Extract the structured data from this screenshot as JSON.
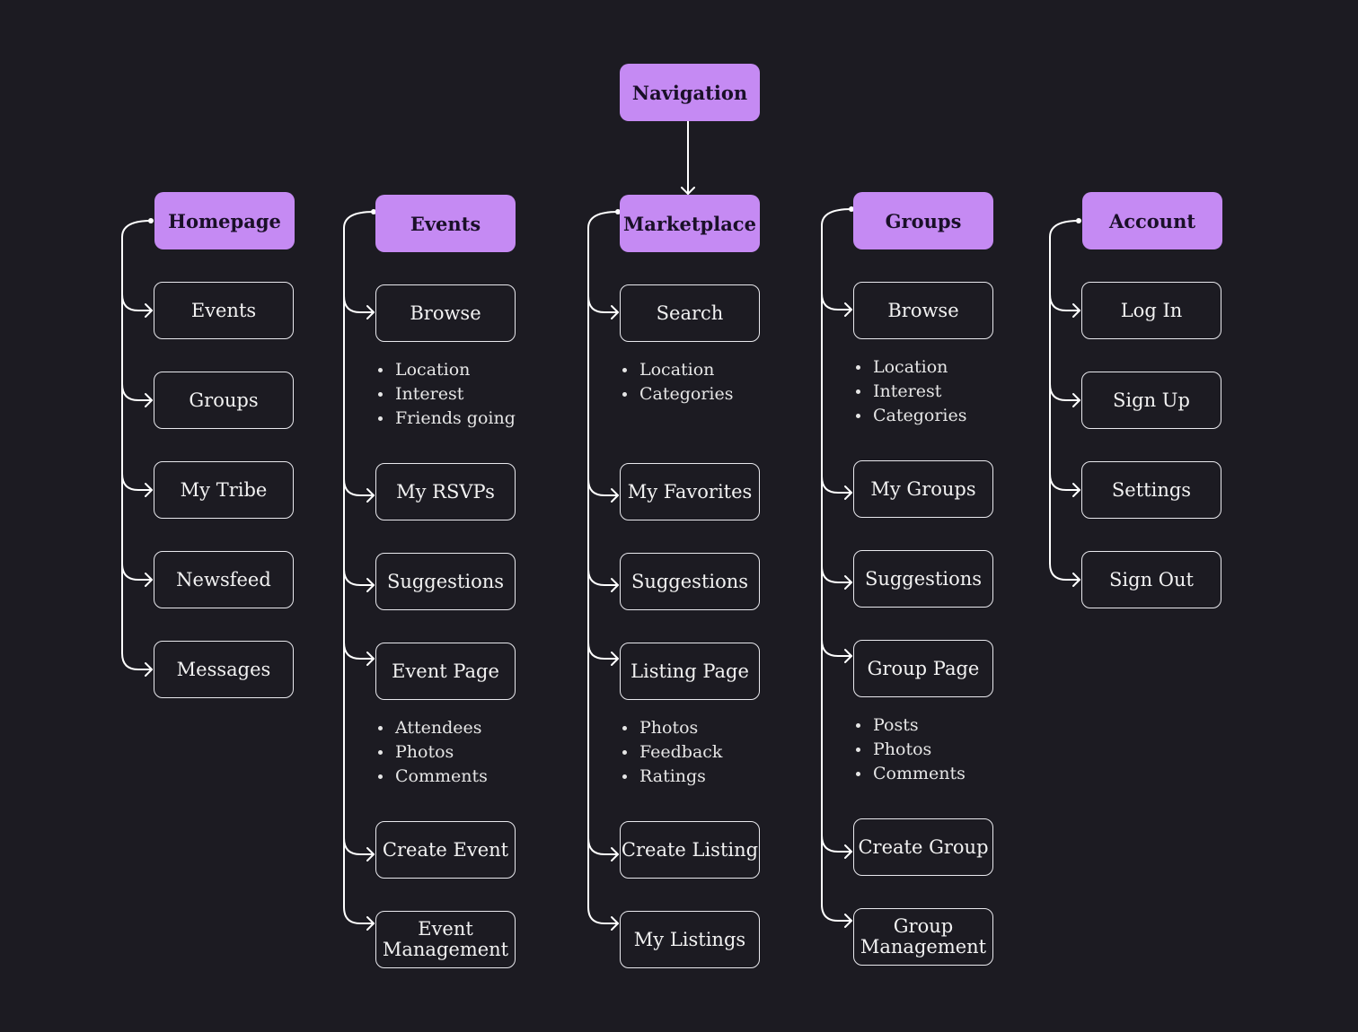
{
  "root": {
    "label": "Navigation"
  },
  "columns": [
    {
      "id": "homepage",
      "head": "Homepage",
      "items": [
        {
          "label": "Events"
        },
        {
          "label": "Groups"
        },
        {
          "label": "My Tribe"
        },
        {
          "label": "Newsfeed"
        },
        {
          "label": "Messages"
        }
      ]
    },
    {
      "id": "events",
      "head": "Events",
      "items": [
        {
          "label": "Browse",
          "bullets": [
            "Location",
            "Interest",
            "Friends going"
          ]
        },
        {
          "label": "My RSVPs"
        },
        {
          "label": "Suggestions"
        },
        {
          "label": "Event Page",
          "bullets": [
            "Attendees",
            "Photos",
            "Comments"
          ]
        },
        {
          "label": "Create Event"
        },
        {
          "label": "Event Management"
        }
      ]
    },
    {
      "id": "marketplace",
      "head": "Marketplace",
      "items": [
        {
          "label": "Search",
          "bullets": [
            "Location",
            "Categories"
          ]
        },
        {
          "label": "My Favorites"
        },
        {
          "label": "Suggestions"
        },
        {
          "label": "Listing Page",
          "bullets": [
            "Photos",
            "Feedback",
            "Ratings"
          ]
        },
        {
          "label": "Create Listing"
        },
        {
          "label": "My Listings"
        }
      ]
    },
    {
      "id": "groups",
      "head": "Groups",
      "items": [
        {
          "label": "Browse",
          "bullets": [
            "Location",
            "Interest",
            "Categories"
          ]
        },
        {
          "label": "My Groups"
        },
        {
          "label": "Suggestions"
        },
        {
          "label": "Group Page",
          "bullets": [
            "Posts",
            "Photos",
            "Comments"
          ]
        },
        {
          "label": "Create Group"
        },
        {
          "label": "Group Management"
        }
      ]
    },
    {
      "id": "account",
      "head": "Account",
      "items": [
        {
          "label": "Log In"
        },
        {
          "label": "Sign Up"
        },
        {
          "label": "Settings"
        },
        {
          "label": "Sign Out"
        }
      ]
    }
  ],
  "colors": {
    "background": "#1c1b22",
    "accent": "#c58af3",
    "line": "#ffffff"
  }
}
